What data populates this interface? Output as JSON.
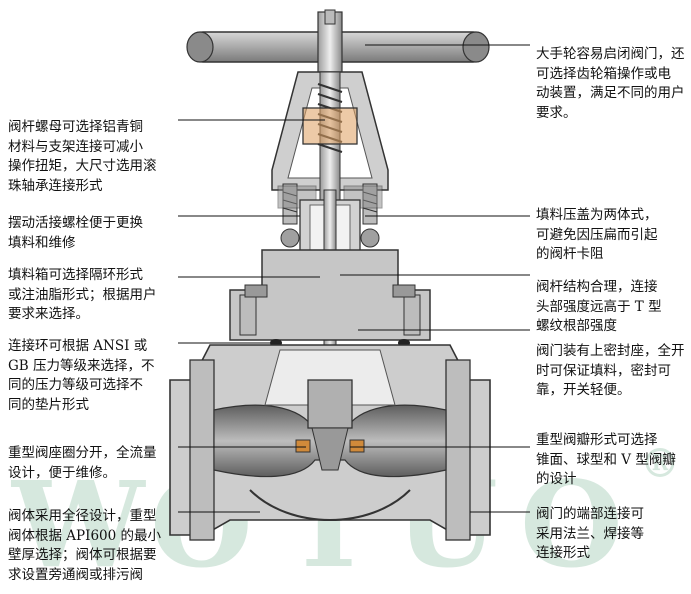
{
  "watermark": {
    "brand": "WOTUO",
    "mark": "®",
    "color": "#4a9a6e"
  },
  "left_notes": [
    "阀杆螺母可选择铝青铜\n材料与支架连接可减小\n操作扭矩，大尺寸选用滚\n珠轴承连接形式",
    "摆动活接螺栓便于更换\n填料和维修",
    "填料箱可选择隔环形式\n或注油脂形式；根据用户\n要求来选择。",
    "连接环可根据 ANSI 或\nGB 压力等级来选择，不\n同的压力等级可选择不\n同的垫片形式",
    "重型阀座圈分开，全流量\n设计，便于维修。",
    "阀体采用全径设计，重型\n阀体根据 API600 的最小\n壁厚选择；阀体可根据要\n求设置旁通阀或排污阀"
  ],
  "right_notes": [
    "大手轮容易启闭阀门，还\n可选择齿轮箱操作或电\n动装置，满足不同的用户\n要求。",
    "填料压盖为两体式，\n可避免因压扁而引起\n的阀杆卡阻",
    "阀杆结构合理，连接\n头部强度远高于 T 型\n螺纹根部强度",
    "阀门装有上密封座，全开\n时可保证填料，密封可\n靠，开关轻便。",
    "重型阀瓣形式可选择\n锥面、球型和 V 型阀瓣\n的设计",
    "阀门的端部连接可\n采用法兰、焊接等\n连接形式"
  ]
}
